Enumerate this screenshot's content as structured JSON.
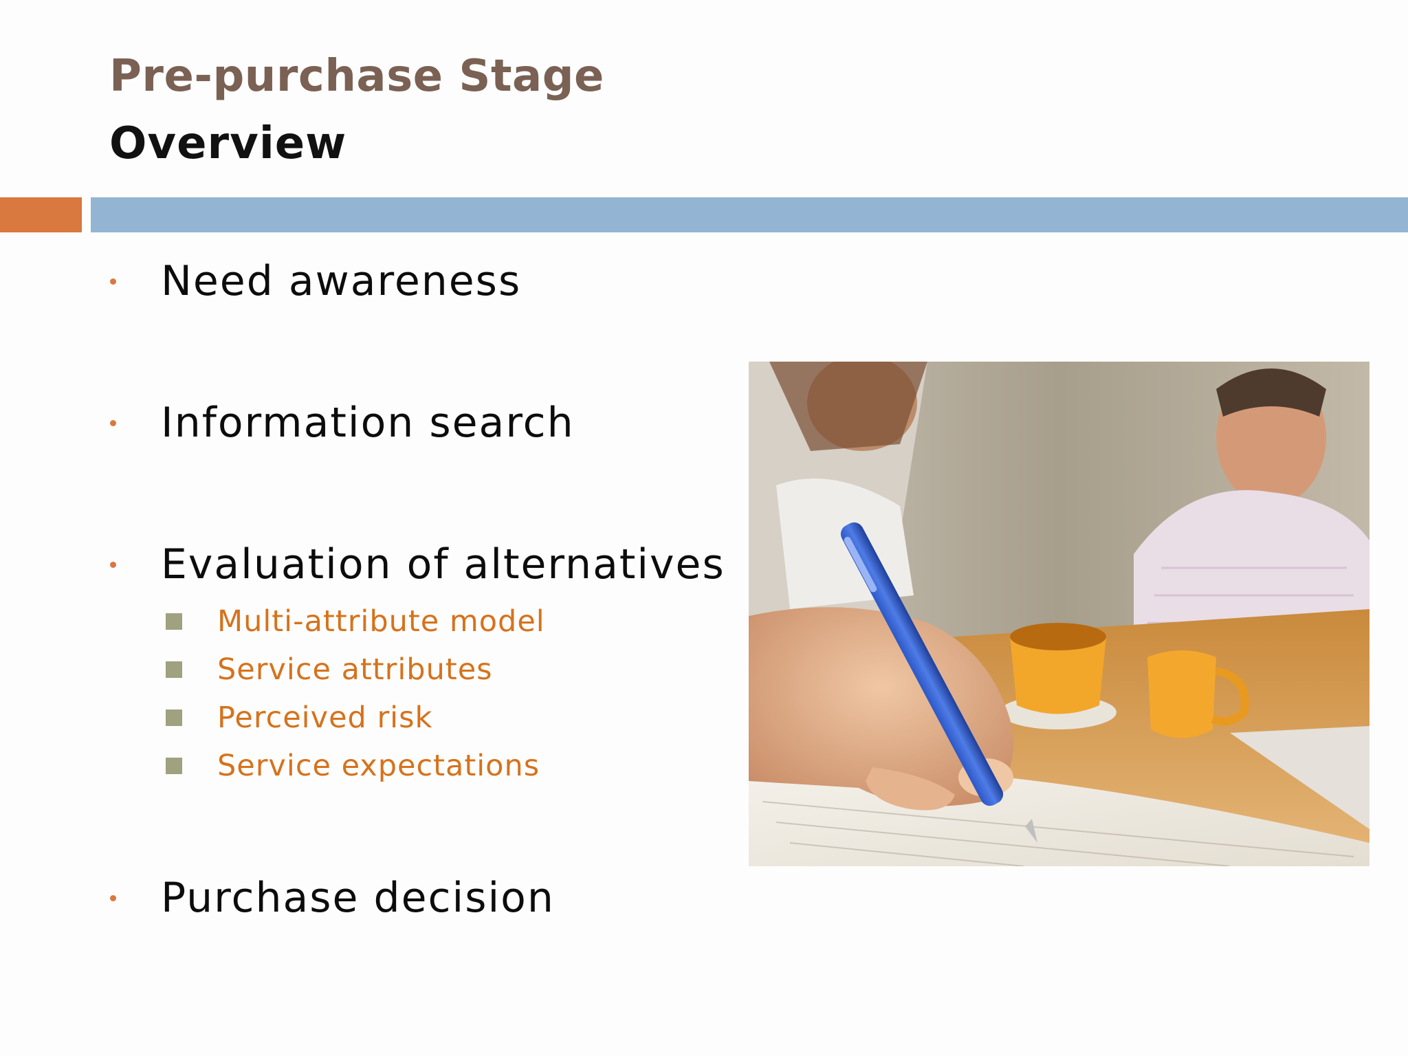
{
  "slide": {
    "title_line1": "Pre-purchase Stage",
    "title_line2": "Overview",
    "colors": {
      "title_brown": "#7a6154",
      "accent_orange": "#d9783f",
      "bar_blue": "#93b5d3",
      "sub_orange": "#d6721c",
      "sub_square": "#9fa17f",
      "bullet_dot": "#d9783f"
    },
    "bullets": [
      {
        "label": "Need awareness"
      },
      {
        "label": "Information search"
      },
      {
        "label": "Evaluation of alternatives",
        "sub_items": [
          "Multi-attribute model",
          "Service attributes",
          "Perceived risk",
          "Service expectations"
        ]
      },
      {
        "label": "Purchase decision"
      }
    ]
  }
}
